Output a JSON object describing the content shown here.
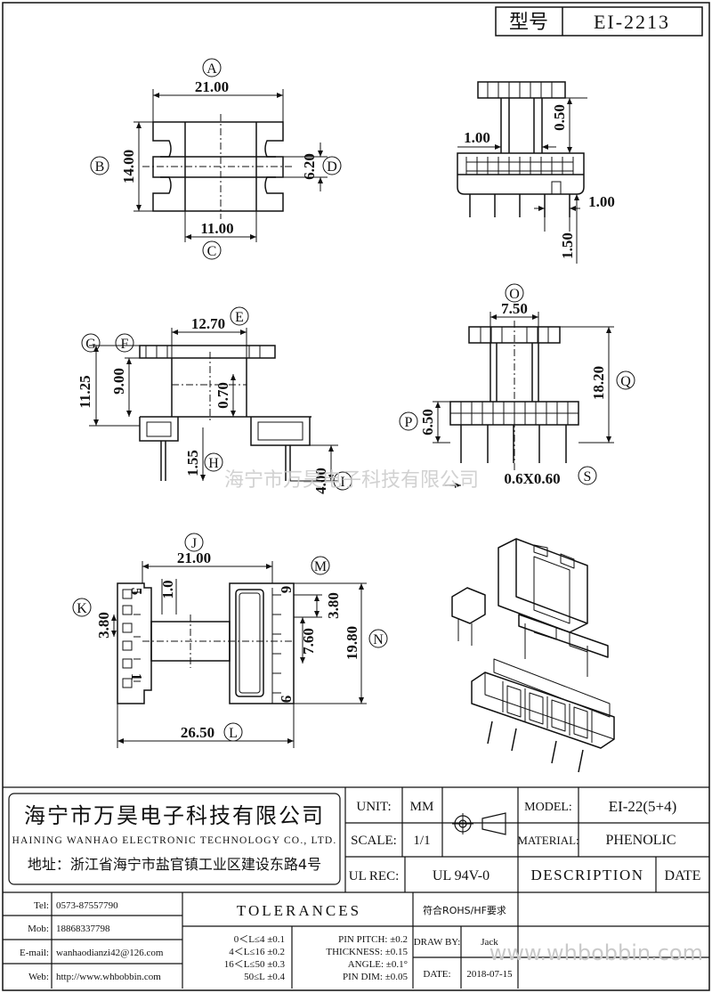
{
  "header": {
    "type_label": "型号",
    "type_value": "EI-2213"
  },
  "view_top": {
    "dim_width": "21.00",
    "dim_height": "14.00",
    "dim_slot": "6.20",
    "dim_center": "11.00",
    "callout_a": "A",
    "callout_b": "B",
    "callout_c": "C",
    "callout_d": "D"
  },
  "view_side_top_right": {
    "dim_a": "1.00",
    "dim_b": "0.50",
    "dim_c": "1.00",
    "dim_d": "1.50"
  },
  "view_front_left": {
    "dim_width": "12.70",
    "dim_total": "11.25",
    "dim_inner": "9.00",
    "dim_wall": "0.70",
    "dim_pin_off": "1.55",
    "dim_pin_len": "4.00",
    "callout_e": "E",
    "callout_f": "F",
    "callout_g": "G",
    "callout_h": "H",
    "callout_i": "I"
  },
  "view_front_right": {
    "dim_top": "7.50",
    "dim_height": "18.20",
    "dim_base": "6.50",
    "dim_pin": "0.6X0.60",
    "callout_o": "O",
    "callout_p": "P",
    "callout_q": "Q",
    "callout_s": "S"
  },
  "view_bottom": {
    "dim_width": "21.00",
    "dim_gap": "1.0",
    "dim_pitch_left": "3.80",
    "dim_pitch_right": "3.80",
    "dim_span": "7.60",
    "dim_height": "19.80",
    "dim_base": "26.50",
    "pin_5": "5",
    "pin_1": "1",
    "pin_6": "6",
    "pin_9": "9",
    "callout_j": "J",
    "callout_k": "K",
    "callout_l": "L",
    "callout_m": "M",
    "callout_n": "N"
  },
  "watermark_center": "海宁市万昊电子科技有限公司",
  "watermark_corner": "www.whbobbin.com",
  "title_block": {
    "company_cn": "海宁市万昊电子科技有限公司",
    "company_en": "HAINING WANHAO ELECTRONIC TECHNOLOGY CO., LTD.",
    "address": "地址：浙江省海宁市盐官镇工业区建设东路4号",
    "unit_label": "UNIT:",
    "unit_value": "MM",
    "scale_label": "SCALE:",
    "scale_value": "1/1",
    "ulrec_label": "UL REC:",
    "ulrec_value": "UL 94V-0",
    "model_label": "MODEL:",
    "model_value": "EI-22(5+4)",
    "material_label": "MATERIAL:",
    "material_value": "PHENOLIC",
    "description_label": "DESCRIPTION",
    "date_label": "DATE",
    "tel_label": "Tel:",
    "tel_value": "0573-87557790",
    "mob_label": "Mob:",
    "mob_value": "18868337798",
    "email_label": "E-mail:",
    "email_value": "wanhaodianzi42@126.com",
    "web_label": "Web:",
    "web_value": "http://www.whbobbin.com",
    "tolerances_label": "TOLERANCES",
    "rohs": "符合ROHS/HF要求",
    "tol_1": "0＜L≤4 ±0.1",
    "tol_2": "4＜L≤16 ±0.2",
    "tol_3": "16＜L≤50 ±0.3",
    "tol_4": "50≤L ±0.4",
    "pin_pitch": "PIN PITCH: ±0.2",
    "thickness": "THICKNESS: ±0.15",
    "angle": "ANGLE: ±0.1°",
    "pin_dim": "PIN DIM: ±0.05",
    "drawby_label": "DRAW BY:",
    "drawby_value": "Jack",
    "date_field_label": "DATE:",
    "date_value": "2018-07-15"
  }
}
